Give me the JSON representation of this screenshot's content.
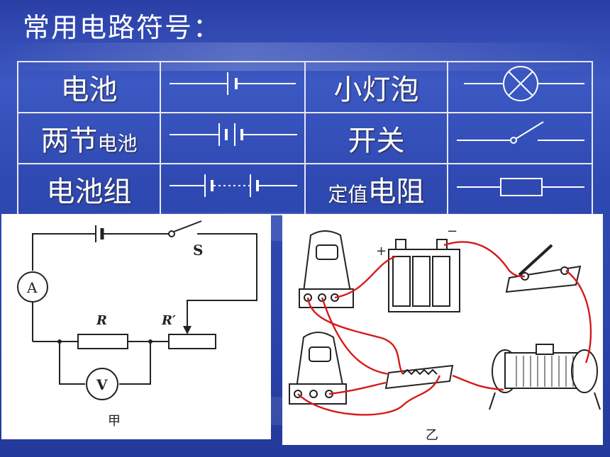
{
  "title": "常用电路符号：",
  "table": {
    "rows": [
      {
        "left_name": "电池",
        "right_name": "小灯泡"
      },
      {
        "left_name_main": "两节",
        "left_name_small": "电池",
        "right_name": "开关"
      },
      {
        "left_name": "电池组",
        "right_name_small": "定值",
        "right_name_main": "电阻"
      }
    ]
  },
  "diagram_left": {
    "switch_label": "S",
    "ammeter_label": "A",
    "voltmeter_label": "V",
    "resistor_label": "R",
    "rheostat_label": "R′",
    "caption": "甲"
  },
  "diagram_right": {
    "plus_sign": "+",
    "minus_sign": "−",
    "caption": "乙"
  }
}
